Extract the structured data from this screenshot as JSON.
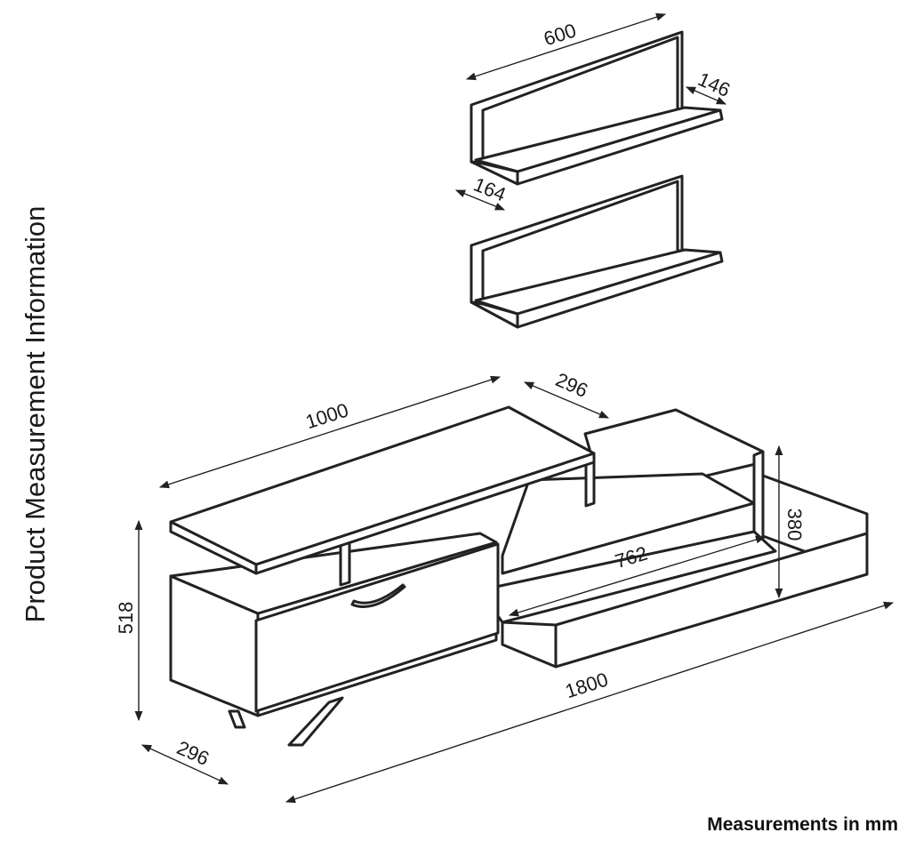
{
  "title": "Product Measurement Information",
  "units_note": "Measurements in mm",
  "dimensions": {
    "shelf_length": "600",
    "shelf_depth": "146",
    "shelf_height": "164",
    "top_length": "1000",
    "side_depth": "296",
    "inner_width": "762",
    "side_height": "380",
    "total_height": "518",
    "total_length": "1800",
    "base_depth": "296"
  },
  "colors": {
    "line": "#222222",
    "background": "#ffffff"
  }
}
